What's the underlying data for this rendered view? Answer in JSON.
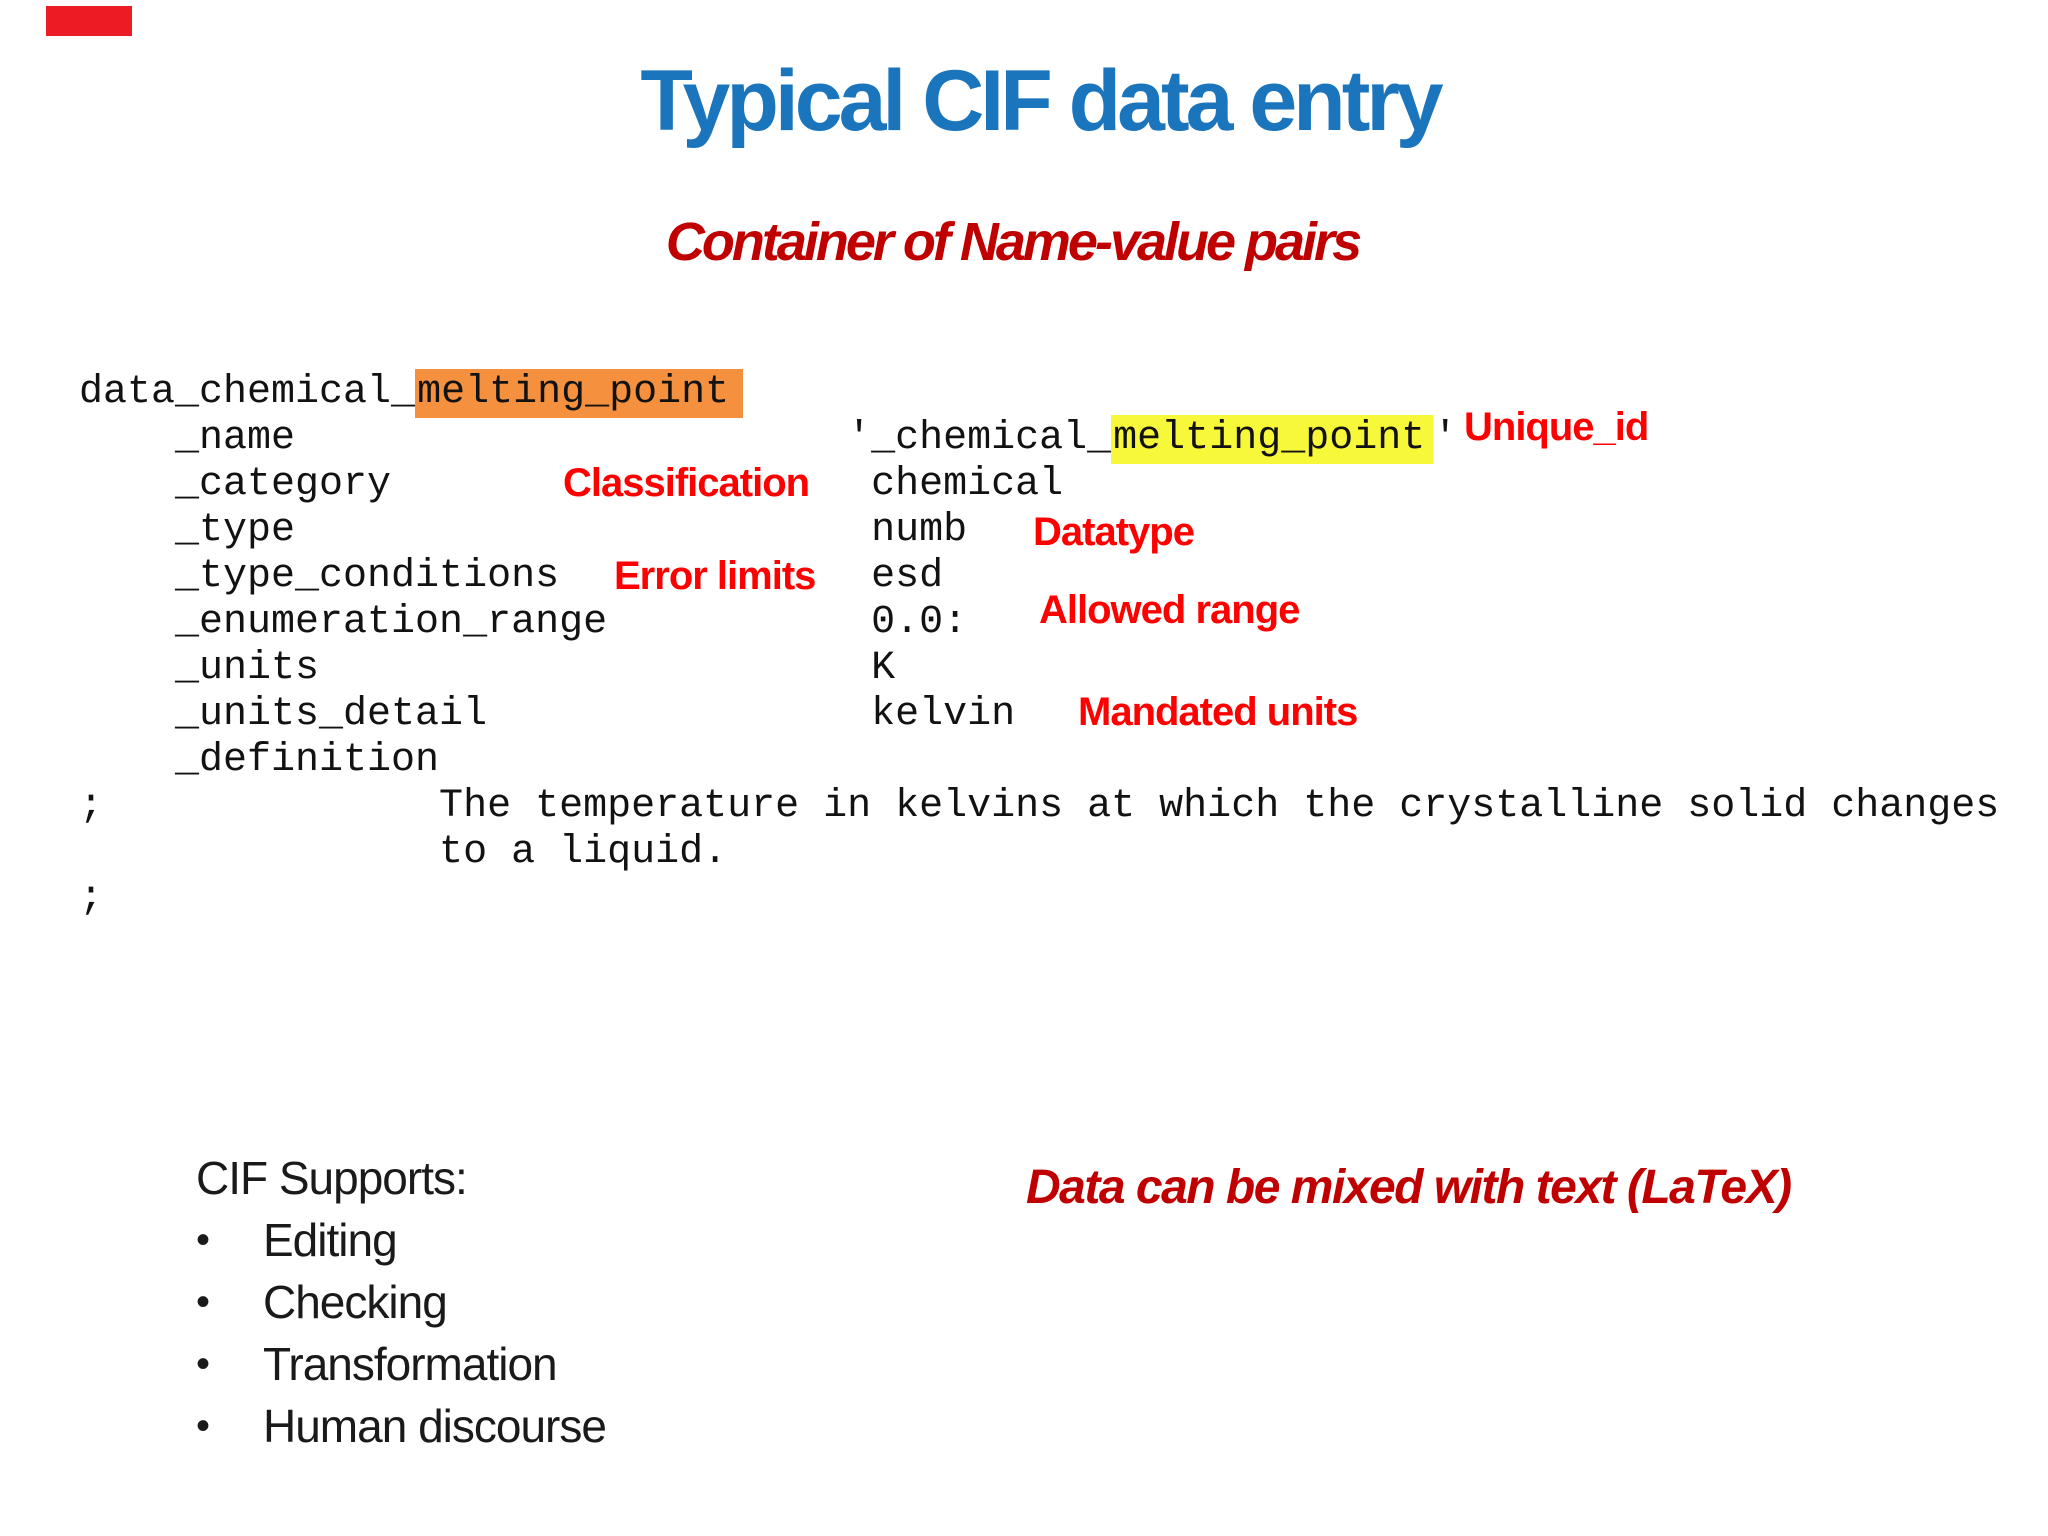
{
  "colors": {
    "title_blue": "#1B75BC",
    "dark_red": "#C00000",
    "bright_red": "#FF0000",
    "highlight_orange": "#F5913E",
    "highlight_yellow": "#F8F83B",
    "marker_red": "#EC1C24",
    "code_black": "#121212",
    "text_black": "#1A1A1A"
  },
  "title": {
    "text": "Typical CIF data entry"
  },
  "subtitle": {
    "text": "Container of Name-value pairs"
  },
  "code": {
    "l1_pre": "data_chemical_",
    "l1_hl": "melting_point",
    "l2_pre": "    _name                       '_chemical_",
    "l2_hl": "melting_point",
    "l2_post": "'",
    "l3": "    _category                    chemical",
    "l4": "    _type                        numb",
    "l5": "    _type_conditions             esd",
    "l6": "    _enumeration_range           0.0:",
    "l7": "    _units                       K",
    "l8": "    _units_detail                kelvin",
    "l9": "    _definition",
    "l10": ";              The temperature in kelvins at which the crystalline solid changes",
    "l11": "               to a liquid.",
    "l12": ";"
  },
  "annotations": {
    "unique_id": "Unique_id",
    "classification": "Classification",
    "datatype": "Datatype",
    "error_limits": "Error limits",
    "allowed_range": "Allowed range",
    "mandated_units": "Mandated units"
  },
  "supports": {
    "heading": "CIF Supports:",
    "items": [
      "Editing",
      "Checking",
      "Transformation",
      "Human discourse"
    ]
  },
  "note": {
    "text": "Data can be mixed with text (LaTeX)"
  }
}
